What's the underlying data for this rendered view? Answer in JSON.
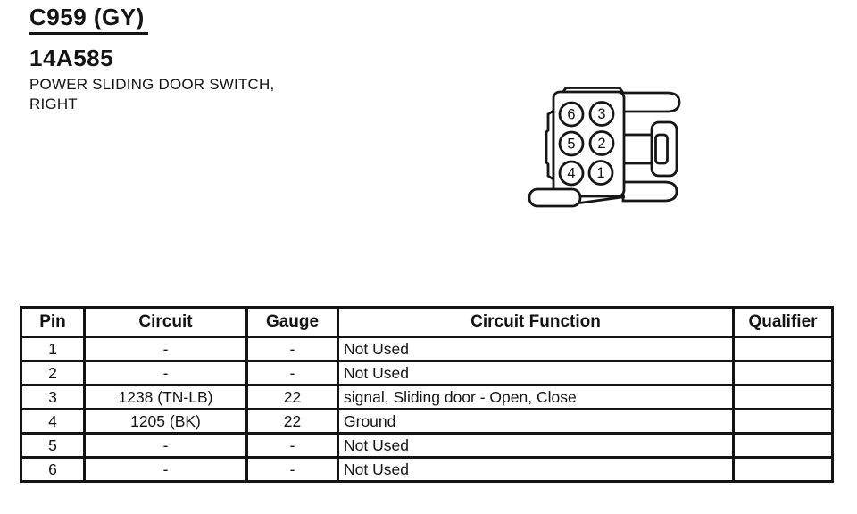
{
  "header": {
    "connector_id": "C959 (GY)",
    "part_number": "14A585",
    "description_line1": "POWER SLIDING DOOR SWITCH,",
    "description_line2": "RIGHT"
  },
  "connector_diagram": {
    "name": "6-pin connector, mating face view with side latch and mounting tabs",
    "pin_grid": [
      [
        "6",
        "3"
      ],
      [
        "5",
        "2"
      ],
      [
        "4",
        "1"
      ]
    ]
  },
  "pin_table": {
    "headers": {
      "pin": "Pin",
      "circuit": "Circuit",
      "gauge": "Gauge",
      "function": "Circuit Function",
      "qualifier": "Qualifier"
    },
    "rows": [
      {
        "pin": "1",
        "circuit": "-",
        "gauge": "-",
        "function": "Not Used",
        "qualifier": ""
      },
      {
        "pin": "2",
        "circuit": "-",
        "gauge": "-",
        "function": "Not Used",
        "qualifier": ""
      },
      {
        "pin": "3",
        "circuit": "1238 (TN-LB)",
        "gauge": "22",
        "function": "signal, Sliding door - Open, Close",
        "qualifier": ""
      },
      {
        "pin": "4",
        "circuit": "1205 (BK)",
        "gauge": "22",
        "function": "Ground",
        "qualifier": ""
      },
      {
        "pin": "5",
        "circuit": "-",
        "gauge": "-",
        "function": "Not Used",
        "qualifier": ""
      },
      {
        "pin": "6",
        "circuit": "-",
        "gauge": "-",
        "function": "Not Used",
        "qualifier": ""
      }
    ]
  },
  "colors": {
    "ink": "#141414",
    "paper": "#ffffff"
  }
}
